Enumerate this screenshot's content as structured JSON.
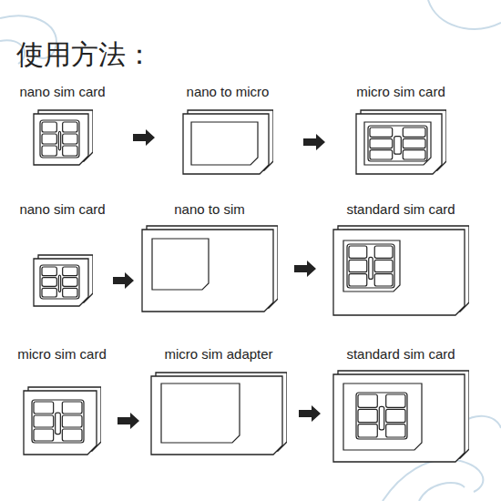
{
  "diagram": {
    "title": "使用方法：",
    "nodes": [
      {
        "text": [
          "nano sim card"
        ]
      },
      {
        "text": [
          "nano to micro"
        ]
      },
      {
        "text": [
          "micro sim card"
        ]
      },
      {
        "text": [
          "nano sim card"
        ]
      },
      {
        "text": [
          "nano to sim"
        ]
      },
      {
        "text": [
          "standard sim card"
        ]
      },
      {
        "text": [
          "micro sim card"
        ]
      },
      {
        "text": [
          "micro sim adapter"
        ]
      },
      {
        "text": [
          "standard sim card"
        ]
      }
    ],
    "edges": [
      {
        "from": 0,
        "to": 1,
        "arrow": "to"
      },
      {
        "from": 1,
        "to": 2,
        "arrow": "to"
      },
      {
        "from": 3,
        "to": 4,
        "arrow": "to"
      },
      {
        "from": 4,
        "to": 5,
        "arrow": "to"
      },
      {
        "from": 6,
        "to": 7,
        "arrow": "to"
      },
      {
        "from": 7,
        "to": 8,
        "arrow": "to"
      }
    ]
  }
}
